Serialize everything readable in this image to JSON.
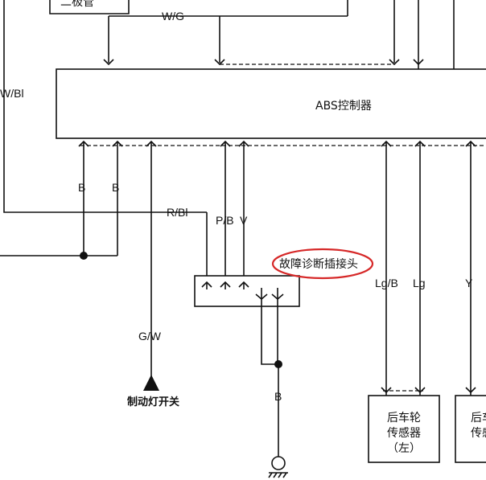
{
  "controller": {
    "label": "ABS控制器"
  },
  "top_box": {
    "label": "二极管"
  },
  "wires": {
    "top_wg": "W/G",
    "left_wbl": "W/Bl",
    "b1": "B",
    "b2": "B",
    "rbl": "R/Bl",
    "pb": "P/B",
    "v": "V",
    "lgb": "Lg/B",
    "lg": "Lg",
    "y": "Y",
    "gw": "G/W",
    "ground_b": "B"
  },
  "diag_connector": {
    "label": "故障诊断插接头",
    "highlight_color": "#d62828"
  },
  "brake_switch": {
    "label": "制动灯开关"
  },
  "sensor_left": {
    "line1": "后车轮",
    "line2": "传感器",
    "line3": "（左）"
  },
  "sensor_right": {
    "line1": "后车",
    "line2": "传感"
  }
}
